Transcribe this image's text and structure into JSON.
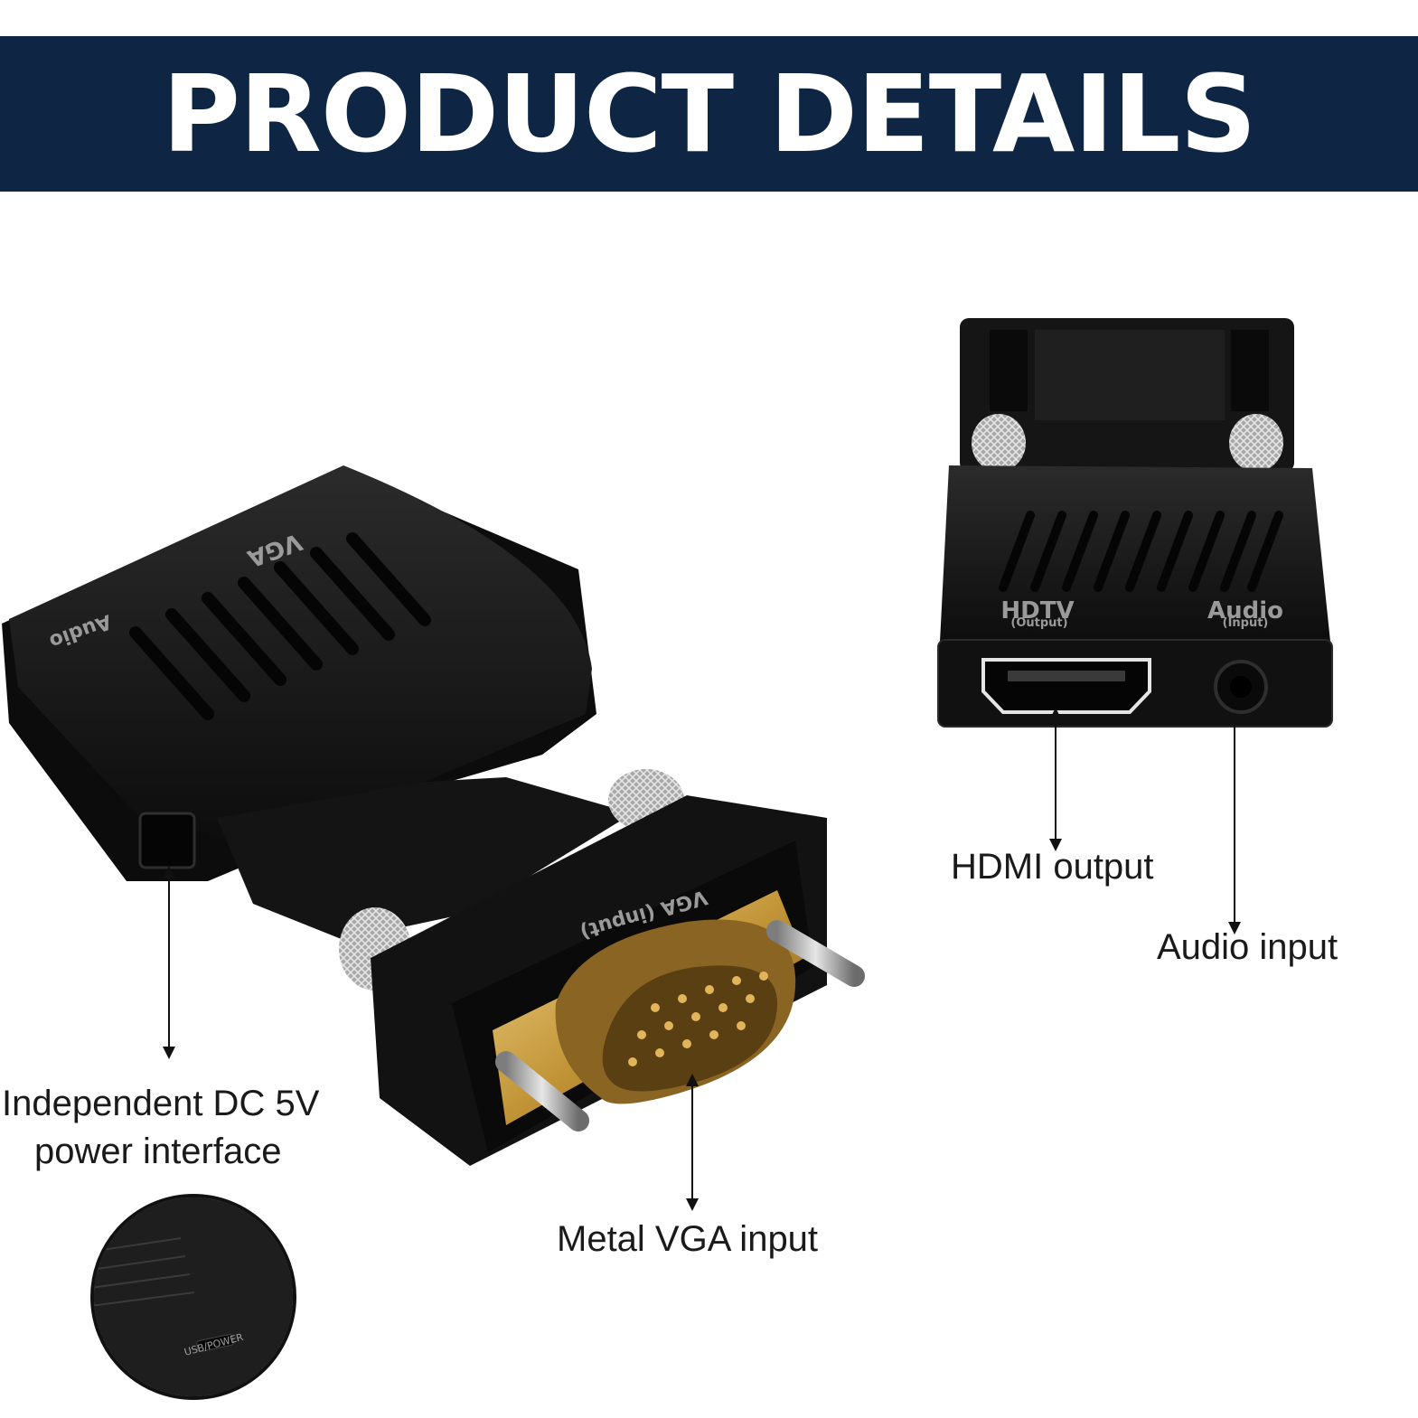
{
  "banner": {
    "title": "PRODUCT DETAILS",
    "background": "#0e2544",
    "text_color": "#ffffff"
  },
  "callouts": {
    "dc_power": {
      "line1": "Independent DC 5V",
      "line2": "power interface"
    },
    "vga_input": "Metal VGA input",
    "hdmi_output": "HDMI output",
    "audio_input": "Audio input"
  },
  "device_imprints": {
    "front_hdtv": "HDTV",
    "front_hdtv_sub": "(Output)",
    "front_audio": "Audio",
    "front_audio_sub": "(Input)",
    "vga_plug": "VGA (input)",
    "top_vga_mirrored": "VGA",
    "top_audio_mirrored": "Audio",
    "inset_usb": "USB/POWER"
  },
  "colors": {
    "device_body": "#161616",
    "gold_connector": "#b8872f",
    "metal_screw": "#b9b9b9",
    "arrow": "#111111"
  }
}
